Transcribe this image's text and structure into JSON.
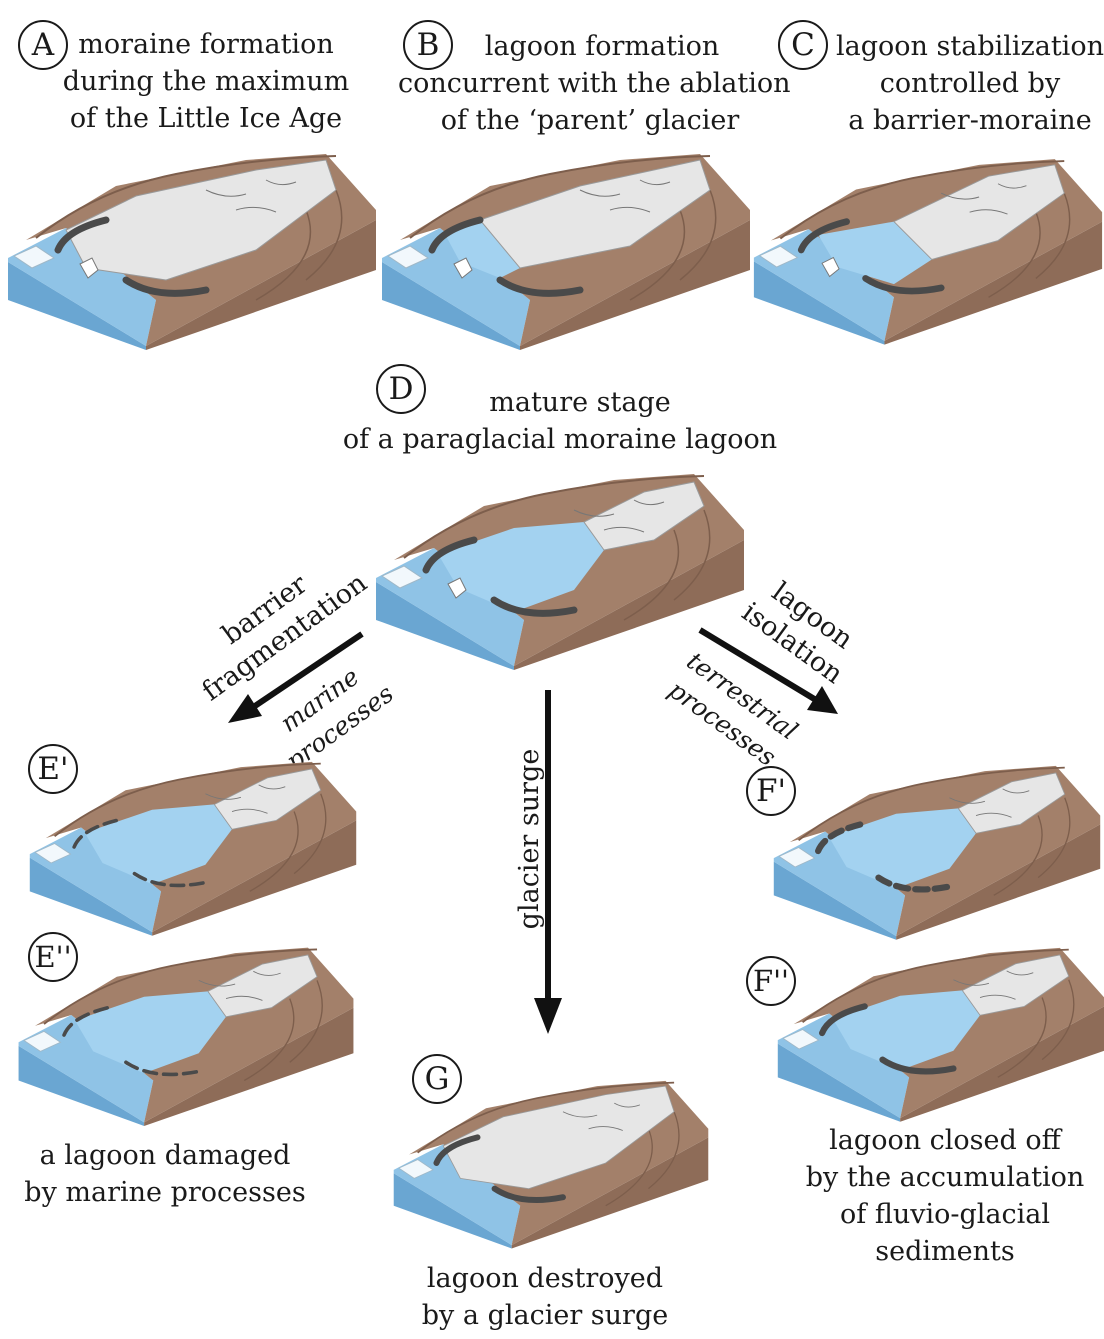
{
  "stages": {
    "A": {
      "letter": "A",
      "line1": "moraine formation",
      "line2": "during the maximum",
      "line3": "of the Little Ice Age"
    },
    "B": {
      "letter": "B",
      "line1": "lagoon formation",
      "line2": "concurrent with the ablation",
      "line3": "of the ‘parent’ glacier"
    },
    "C": {
      "letter": "C",
      "line1": "lagoon stabilization",
      "line2": "controlled by",
      "line3": "a barrier-moraine"
    },
    "D": {
      "letter": "D",
      "line1": "mature stage",
      "line2": "of a paraglacial moraine lagoon"
    },
    "E1": {
      "letter": "E'"
    },
    "E2": {
      "letter": "E''",
      "line1": "a lagoon damaged",
      "line2": "by marine processes"
    },
    "F1": {
      "letter": "F'"
    },
    "F2": {
      "letter": "F''",
      "line1": "lagoon closed off",
      "line2": "by the accumulation",
      "line3": "of fluvio-glacial",
      "line4": "sediments"
    },
    "G": {
      "letter": "G",
      "line1": "lagoon destroyed",
      "line2": "by a glacier surge"
    }
  },
  "arrows": {
    "left": {
      "line1": "barrier",
      "line2": "fragmentation",
      "sub1": "marine",
      "sub2": "processes"
    },
    "center": {
      "label": "glacier surge"
    },
    "right": {
      "line1": "lagoon",
      "line2": "isolation",
      "sub1": "terrestrial",
      "sub2": "processes"
    }
  },
  "colors": {
    "sea": "#8fc3e6",
    "sea_side": "#6aa6d2",
    "lagoon": "#a3d2f0",
    "rock": "#a3806a",
    "rock_dark": "#7d5e4c",
    "rock_side": "#8e6c58",
    "ice": "#e6e6e6",
    "moraine": "#4a4a4a",
    "berg": "#ffffff"
  }
}
